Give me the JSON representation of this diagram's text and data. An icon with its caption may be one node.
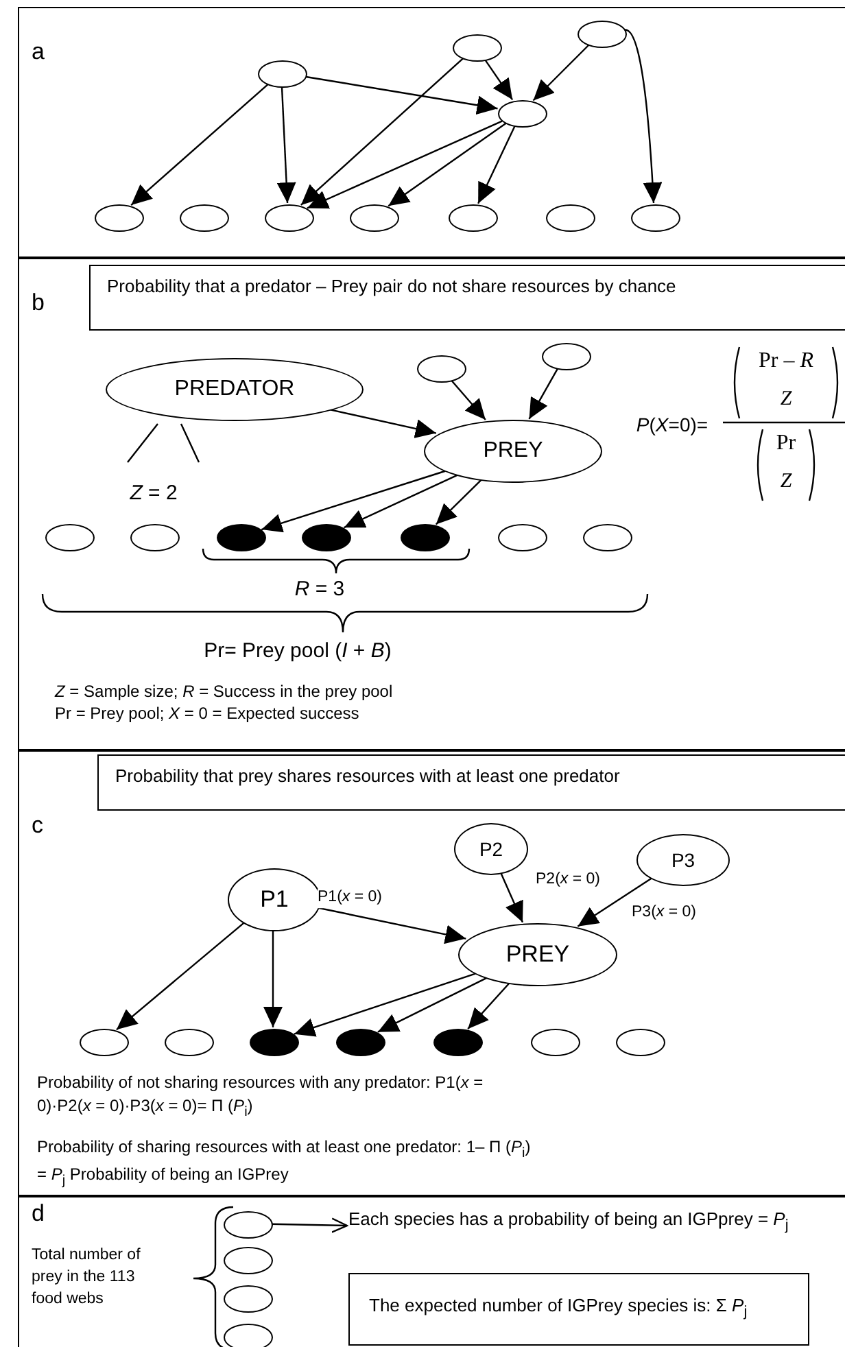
{
  "diagram": {
    "nodes": [
      {
        "text": [
          "a"
        ]
      },
      {
        "text": [],
        "shape": "ellipse",
        "in": 0
      },
      {
        "text": [],
        "shape": "ellipse",
        "in": 0
      },
      {
        "text": [],
        "shape": "ellipse",
        "in": 0
      },
      {
        "text": [],
        "shape": "ellipse",
        "in": 0
      },
      {
        "text": [],
        "shape": "ellipse",
        "in": 0
      },
      {
        "text": [],
        "shape": "ellipse",
        "in": 0
      },
      {
        "text": [],
        "shape": "ellipse",
        "in": 0
      },
      {
        "text": [],
        "shape": "ellipse",
        "in": 0
      },
      {
        "text": [],
        "shape": "ellipse",
        "in": 0
      },
      {
        "text": [],
        "shape": "ellipse",
        "in": 0
      },
      {
        "text": [],
        "shape": "ellipse",
        "in": 0
      },
      {
        "text": [
          "b"
        ]
      },
      {
        "text": [
          "Probability that a predator – Prey pair do not share resources by chance"
        ],
        "in": 12
      },
      {
        "text": [
          "PREDATOR"
        ],
        "in": 12
      },
      {
        "text": [],
        "shape": "ellipse",
        "in": 12
      },
      {
        "text": [],
        "shape": "ellipse",
        "in": 12
      },
      {
        "text": [
          "PREY"
        ],
        "in": 12
      },
      {
        "text": [],
        "shape": "ellipse",
        "in": 12
      },
      {
        "text": [],
        "shape": "ellipse",
        "in": 12
      },
      {
        "text": [],
        "shape": "ellipse",
        "in": 12
      },
      {
        "text": [],
        "shape": "ellipse",
        "in": 12
      },
      {
        "text": [],
        "shape": "ellipse",
        "in": 12
      },
      {
        "text": [],
        "shape": "ellipse",
        "in": 12
      },
      {
        "text": [],
        "shape": "ellipse",
        "in": 12
      },
      {
        "text": [
          "c"
        ]
      },
      {
        "text": [
          "Probability that prey shares resources with at least one predator"
        ],
        "in": 25
      },
      {
        "text": [
          "P1"
        ],
        "in": 25
      },
      {
        "text": [
          "P2"
        ],
        "in": 25
      },
      {
        "text": [
          "P3"
        ],
        "in": 25
      },
      {
        "text": [
          "PREY"
        ],
        "in": 25
      },
      {
        "text": [],
        "shape": "ellipse",
        "in": 25
      },
      {
        "text": [],
        "shape": "ellipse",
        "in": 25
      },
      {
        "text": [],
        "shape": "ellipse",
        "in": 25
      },
      {
        "text": [],
        "shape": "ellipse",
        "in": 25
      },
      {
        "text": [],
        "shape": "ellipse",
        "in": 25
      },
      {
        "text": [],
        "shape": "ellipse",
        "in": 25
      },
      {
        "text": [],
        "shape": "ellipse",
        "in": 25
      },
      {
        "text": [
          "d"
        ]
      },
      {
        "text": [],
        "shape": "ellipse",
        "in": 38
      },
      {
        "text": [],
        "shape": "ellipse",
        "in": 38
      },
      {
        "text": [],
        "shape": "ellipse",
        "in": 38
      },
      {
        "text": [],
        "shape": "ellipse",
        "in": 38
      },
      {
        "text": [
          "Each species has a probability of being an IGPprey = *P*$_{j}$"
        ],
        "in": 38
      },
      {
        "text": [
          "The expected number of IGPrey species is: Σ *P*$_{j}$"
        ],
        "in": 38
      }
    ],
    "edges": [
      {
        "from": 1,
        "to": 5,
        "arrow": "to"
      },
      {
        "from": 1,
        "to": 7,
        "arrow": "to"
      },
      {
        "from": 1,
        "to": 4,
        "arrow": "to"
      },
      {
        "from": 2,
        "to": 7,
        "arrow": "to"
      },
      {
        "from": 2,
        "to": 4,
        "arrow": "to"
      },
      {
        "from": 3,
        "to": 4,
        "arrow": "to"
      },
      {
        "from": 3,
        "to": 11,
        "arrow": "to"
      },
      {
        "from": 4,
        "to": 7,
        "arrow": "to"
      },
      {
        "from": 4,
        "to": 8,
        "arrow": "to"
      },
      {
        "from": 4,
        "to": 9,
        "arrow": "to"
      },
      {
        "from": 14,
        "to": 17,
        "arrow": "to"
      },
      {
        "from": 15,
        "to": 17,
        "arrow": "to"
      },
      {
        "from": 16,
        "to": 17,
        "arrow": "to"
      },
      {
        "from": 17,
        "to": 20,
        "arrow": "to"
      },
      {
        "from": 17,
        "to": 21,
        "arrow": "to"
      },
      {
        "from": 17,
        "to": 22,
        "arrow": "to"
      },
      {
        "from": 27,
        "to": 31,
        "arrow": "to"
      },
      {
        "from": 27,
        "to": 33,
        "arrow": "to"
      },
      {
        "from": 27,
        "to": 30,
        "label": "P1(*x* = 0)",
        "arrow": "to"
      },
      {
        "from": 28,
        "to": 30,
        "label": "P2(*x* = 0)",
        "arrow": "to"
      },
      {
        "from": 29,
        "to": 30,
        "label": "P3(*x* = 0)",
        "arrow": "to"
      },
      {
        "from": 30,
        "to": 33,
        "arrow": "to"
      },
      {
        "from": 30,
        "to": 34,
        "arrow": "to"
      },
      {
        "from": 30,
        "to": 35,
        "arrow": "to"
      },
      {
        "from": 39,
        "to": 43,
        "arrow": "to"
      }
    ],
    "labels": [
      "Pr – *R*",
      "Z",
      "*P*(*X*=0)=",
      "Pr",
      "Z",
      "*Z* = 2",
      "*R* = 3",
      "Pr= Prey pool (*I* + *B*)",
      "*Z* = Sample size; *R*  = Success in the prey pool",
      "Pr = Prey pool; *X* = 0 = Expected success",
      "Probability of not sharing resources with any predator: P1(*x* = 0)·P2(*x* = 0)·P3(*x* = 0)= Π (*P*$_{i}$)",
      "Probability of sharing resources with at least one predator: 1– Π (*P*$_{i}$) = *P*$_{j}$ Probability of being an IGPrey",
      "Total number of prey in the 113 food webs"
    ]
  }
}
